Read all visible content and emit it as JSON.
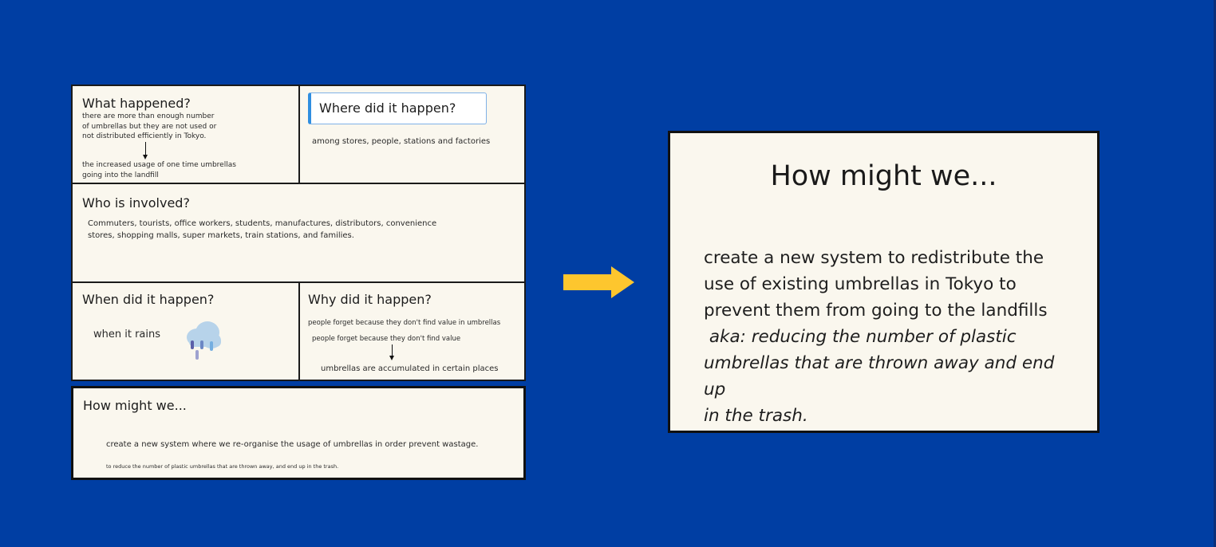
{
  "board": {
    "what": {
      "heading": "What happened?",
      "line1": "there are more than enough number",
      "line2": "of umbrellas but they are not used or",
      "line3": "not distributed efficiently in Tokyo.",
      "result1": "the increased usage of one time umbrellas",
      "result2": "going into the landfill"
    },
    "where": {
      "heading": "Where did it happen?",
      "body": "among stores, people, stations and factories"
    },
    "who": {
      "heading": "Who is involved?",
      "line1": "Commuters, tourists, office workers, students, manufactures, distributors, convenience",
      "line2": "stores, shopping malls, super markets, train stations, and families."
    },
    "when": {
      "heading": "When did it happen?",
      "body": "when it rains",
      "icon": "rain-cloud-icon"
    },
    "why": {
      "heading": "Why did it happen?",
      "line1": "people forget because they don't find value in umbrellas",
      "line2": "people forget because they don't find value",
      "result": "umbrellas are accumulated in certain places"
    }
  },
  "hmw_small": {
    "heading": "How might we...",
    "line1": "create a new system where we re-organise the usage of umbrellas in order prevent wastage.",
    "line2": "to  reduce the number of plastic umbrellas that are thrown away, and end up in the trash."
  },
  "arrow": {
    "icon": "right-arrow-icon",
    "color": "#fdc62e"
  },
  "hmw_card": {
    "title": "How might we...",
    "line1": "create a new system to redistribute the",
    "line2": "use of existing umbrellas in Tokyo to",
    "line3": "prevent them from going to the landfills",
    "italic1": " aka: reducing the number of plastic",
    "italic2": "umbrellas that are thrown away and end up",
    "italic3": "in the trash."
  },
  "colors": {
    "background": "#003ea3",
    "card": "#faf7ee",
    "border": "#111111"
  }
}
